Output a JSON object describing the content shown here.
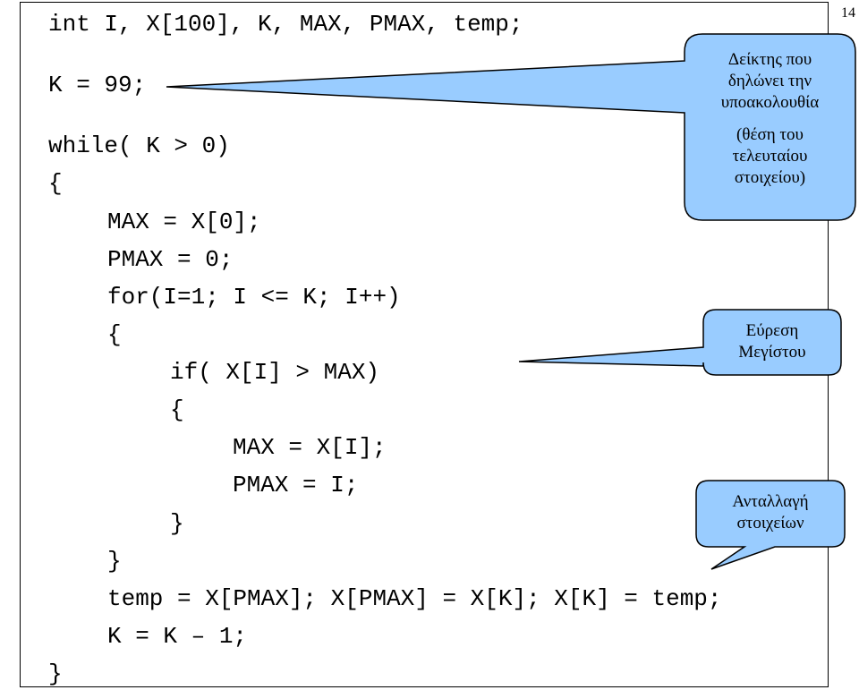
{
  "page_number": "14",
  "code_lines": [
    "int I, X[100], K, MAX, PMAX, temp;",
    "K = 99;",
    "while( K > 0)",
    "{",
    "MAX = X[0];",
    "PMAX = 0;",
    "for(I=1; I <= K; I++)",
    "{",
    "if( X[I] > MAX)",
    "{",
    "MAX = X[I];",
    "PMAX = I;",
    "}",
    "}",
    "temp = X[PMAX]; X[PMAX] = X[K]; X[K] = temp;",
    "K = K – 1;",
    "}"
  ],
  "callouts": {
    "pointer": {
      "line1": "Δείκτης που",
      "line2": "δηλώνει την",
      "line3": "υποακολουθία",
      "line4": "(θέση του",
      "line5": "τελευταίου",
      "line6": "στοιχείου)"
    },
    "max": {
      "line1": "Εύρεση",
      "line2": "Μεγίστου"
    },
    "swap": {
      "line1": "Ανταλλαγή",
      "line2": "στοιχείων"
    }
  },
  "colors": {
    "callout_fill": "#99ccff",
    "border": "#000000"
  }
}
